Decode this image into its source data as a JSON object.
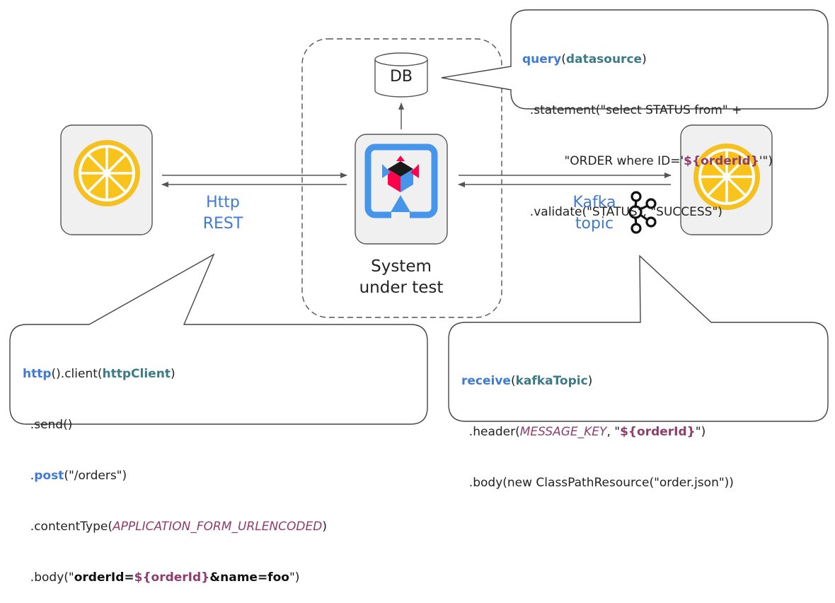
{
  "colors": {
    "accent_blue": "#3f7ad4",
    "teal": "#3c7a86",
    "purple": "#8e3d6e",
    "lemon_yellow": "#f5c020",
    "quarkus_blue": "#4695eb",
    "quarkus_red": "#ff004a",
    "box_gray": "#f0f0f0"
  },
  "labels": {
    "db": "DB",
    "http_line1": "Http",
    "http_line2": "REST",
    "kafka_line1": "Kafka",
    "kafka_line2": "topic",
    "sut_line1": "System",
    "sut_line2": "under test"
  },
  "http_code": {
    "l1_kw": "http",
    "l1_mid": "().client(",
    "l1_arg": "httpClient",
    "l1_end": ")",
    "l2": "  .send()",
    "l3_pre": "  .",
    "l3_kw": "post",
    "l3_end": "(\"/orders\")",
    "l4_pre": "  .contentType(",
    "l4_const": "APPLICATION_FORM_URLENCODED",
    "l4_end": ")",
    "l5_pre": "  .body(\"",
    "l5_b1": "orderId=",
    "l5_var": "${orderId}",
    "l5_b2": "&name=foo",
    "l5_end": "\")"
  },
  "query_code": {
    "l1_kw": "query",
    "l1_mid": "(",
    "l1_arg": "datasource",
    "l1_end": ")",
    "l2": "  .statement(\"select STATUS from\" +",
    "l3_pre": "           \"ORDER where ID='",
    "l3_var": "${orderId}",
    "l3_end": "'\")",
    "l4": "  .validate(\"STATUS\", \"SUCCESS\")"
  },
  "receive_code": {
    "l1_kw": "receive",
    "l1_mid": "(",
    "l1_arg": "kafkaTopic",
    "l1_end": ")",
    "l2_pre": "  .header(",
    "l2_const": "MESSAGE_KEY",
    "l2_mid": ", \"",
    "l2_var": "${orderId}",
    "l2_end": "\")",
    "l3": "  .body(new ClassPathResource(\"order.json\"))"
  },
  "icons": {
    "left_service": "lemon-icon",
    "right_service": "lemon-icon",
    "sut": "quarkus-logo-icon",
    "kafka": "kafka-icon",
    "db": "database-icon"
  }
}
